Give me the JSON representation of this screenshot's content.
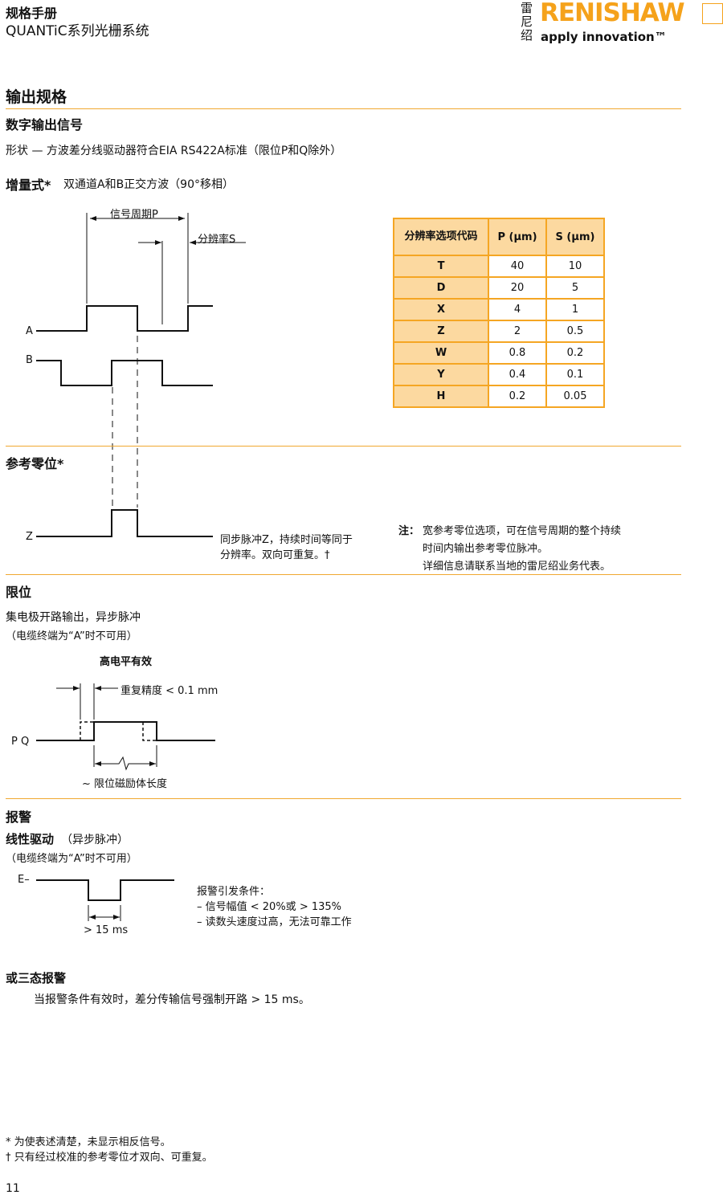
{
  "header": {
    "title": "规格手册",
    "subtitle": "QUANTiC系列光栅系统",
    "logo": {
      "cn": [
        "雷",
        "尼",
        "绍"
      ],
      "brand": "RENISHAW",
      "tagline": "apply innovation™",
      "brand_color": "#f5a21b"
    }
  },
  "section_output": {
    "title": "输出规格",
    "digital_title": "数字输出信号",
    "form": "形状 — 方波差分线驱动器符合EIA RS422A标准（限位P和Q除外）",
    "incremental_label": "增量式*",
    "incremental_desc": "双通道A和B正交方波（90°移相）",
    "diagram": {
      "period": "信号周期P",
      "resolution": "分辨率S",
      "a": "A",
      "b": "B",
      "z": "Z"
    },
    "table": {
      "headers": [
        "分辨率选项代码",
        "P (µm)",
        "S (µm)"
      ],
      "rows": [
        [
          "T",
          "40",
          "10"
        ],
        [
          "D",
          "20",
          "5"
        ],
        [
          "X",
          "4",
          "1"
        ],
        [
          "Z",
          "2",
          "0.5"
        ],
        [
          "W",
          "0.8",
          "0.2"
        ],
        [
          "Y",
          "0.4",
          "0.1"
        ],
        [
          "H",
          "0.2",
          "0.05"
        ]
      ]
    }
  },
  "reference": {
    "title": "参考零位*",
    "z_desc1": "同步脉冲Z，持续时间等同于",
    "z_desc2": "分辨率。双向可重复。†",
    "note_label": "注：",
    "note1": "宽参考零位选项，可在信号周期的整个持续",
    "note2": "时间内输出参考零位脉冲。",
    "note3": "详细信息请联系当地的雷尼绍业务代表。"
  },
  "limit": {
    "title": "限位",
    "desc": "集电极开路输出，异步脉冲",
    "cable": "（电缆终端为“A”时不可用）",
    "active": "高电平有效",
    "repeat": "重复精度 < 0.1 mm",
    "pq": "P Q",
    "length": "~ 限位磁励体长度"
  },
  "alarm": {
    "title": "报警",
    "line_label": "线性驱动",
    "line_desc": "（异步脉冲）",
    "cable": "（电缆终端为“A”时不可用）",
    "e": "E–",
    "time": "> 15 ms",
    "cond_title": "报警引发条件：",
    "cond1": "– 信号幅值 < 20%或 > 135%",
    "cond2": "– 读数头速度过高，无法可靠工作",
    "tri_title": "或三态报警",
    "tri_desc": "当报警条件有效时，差分传输信号强制开路 > 15 ms。"
  },
  "footnotes": [
    "* 为使表述清楚，未显示相反信号。",
    "† 只有经过校准的参考零位才双向、可重复。"
  ],
  "page_number": "11"
}
